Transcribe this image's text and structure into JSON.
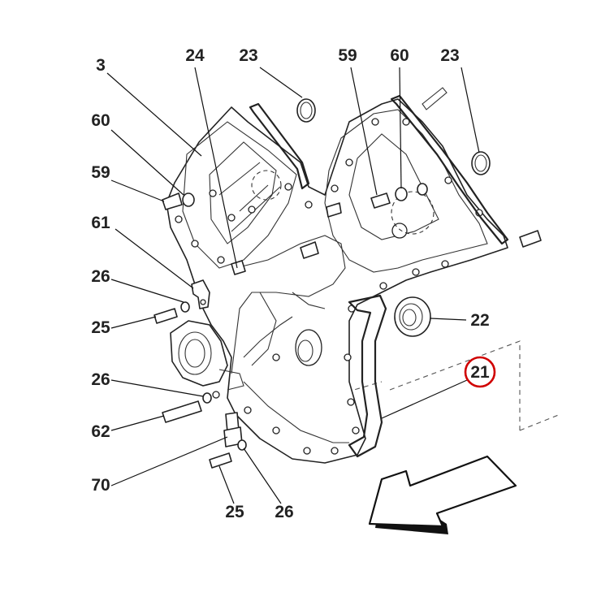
{
  "labels": {
    "l3": "3",
    "l24": "24",
    "l23a": "23",
    "l59a": "59",
    "l60a": "60",
    "l23b": "23",
    "l60b": "60",
    "l59b": "59",
    "l61": "61",
    "l26a": "26",
    "l25a": "25",
    "l22": "22",
    "l21": "21",
    "l26b": "26",
    "l62": "62",
    "l70": "70",
    "l25b": "25",
    "l26c": "26"
  },
  "highlight": {
    "label": "21",
    "color": "#d00000"
  },
  "colors": {
    "line": "#222222",
    "background": "#ffffff"
  },
  "icons": {
    "direction": "direction-arrow-icon"
  }
}
